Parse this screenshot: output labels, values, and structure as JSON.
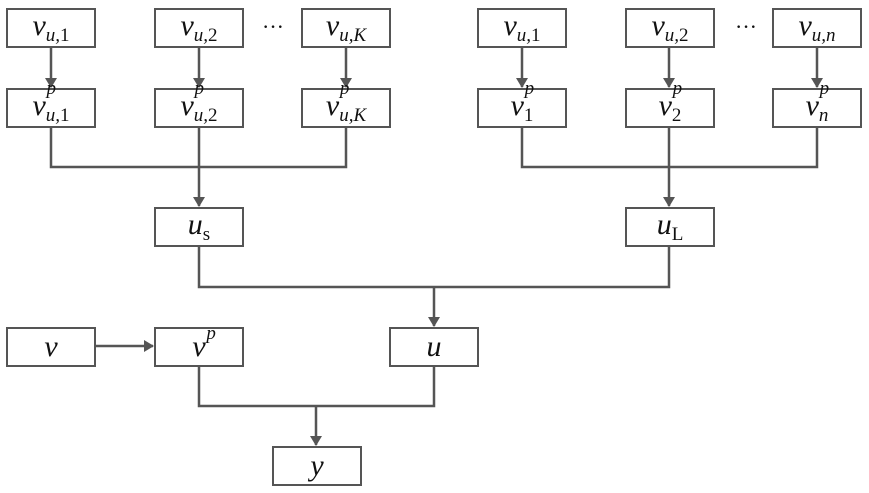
{
  "diagram": {
    "row1_left": [
      {
        "base": "v",
        "sub_it": "u,",
        "sub_rm": "1"
      },
      {
        "base": "v",
        "sub_it": "u,",
        "sub_rm": "2"
      },
      {
        "base": "v",
        "sub_it": "u,K",
        "sub_rm": ""
      }
    ],
    "row2_left": [
      {
        "base": "v",
        "sup": "p",
        "sub_it": "u,",
        "sub_rm": "1"
      },
      {
        "base": "v",
        "sup": "p",
        "sub_it": "u,",
        "sub_rm": "2"
      },
      {
        "base": "v",
        "sup": "p",
        "sub_it": "u,K",
        "sub_rm": ""
      }
    ],
    "row1_right": [
      {
        "base": "v",
        "sub_it": "u,",
        "sub_rm": "1"
      },
      {
        "base": "v",
        "sub_it": "u,",
        "sub_rm": "2"
      },
      {
        "base": "v",
        "sub_it": "u,n",
        "sub_rm": ""
      }
    ],
    "row2_right": [
      {
        "base": "v",
        "sup": "p",
        "sub_it": "",
        "sub_rm": "1"
      },
      {
        "base": "v",
        "sup": "p",
        "sub_it": "",
        "sub_rm": "2"
      },
      {
        "base": "v",
        "sup": "p",
        "sub_it": "n",
        "sub_rm": ""
      }
    ],
    "ellipsis": "···",
    "us": {
      "base": "u",
      "sub_rm": "s"
    },
    "ul": {
      "base": "u",
      "sub_rm": "L"
    },
    "v": {
      "base": "v"
    },
    "vp": {
      "base": "v",
      "sup": "p"
    },
    "u": {
      "base": "u"
    },
    "y": {
      "base": "y"
    }
  }
}
